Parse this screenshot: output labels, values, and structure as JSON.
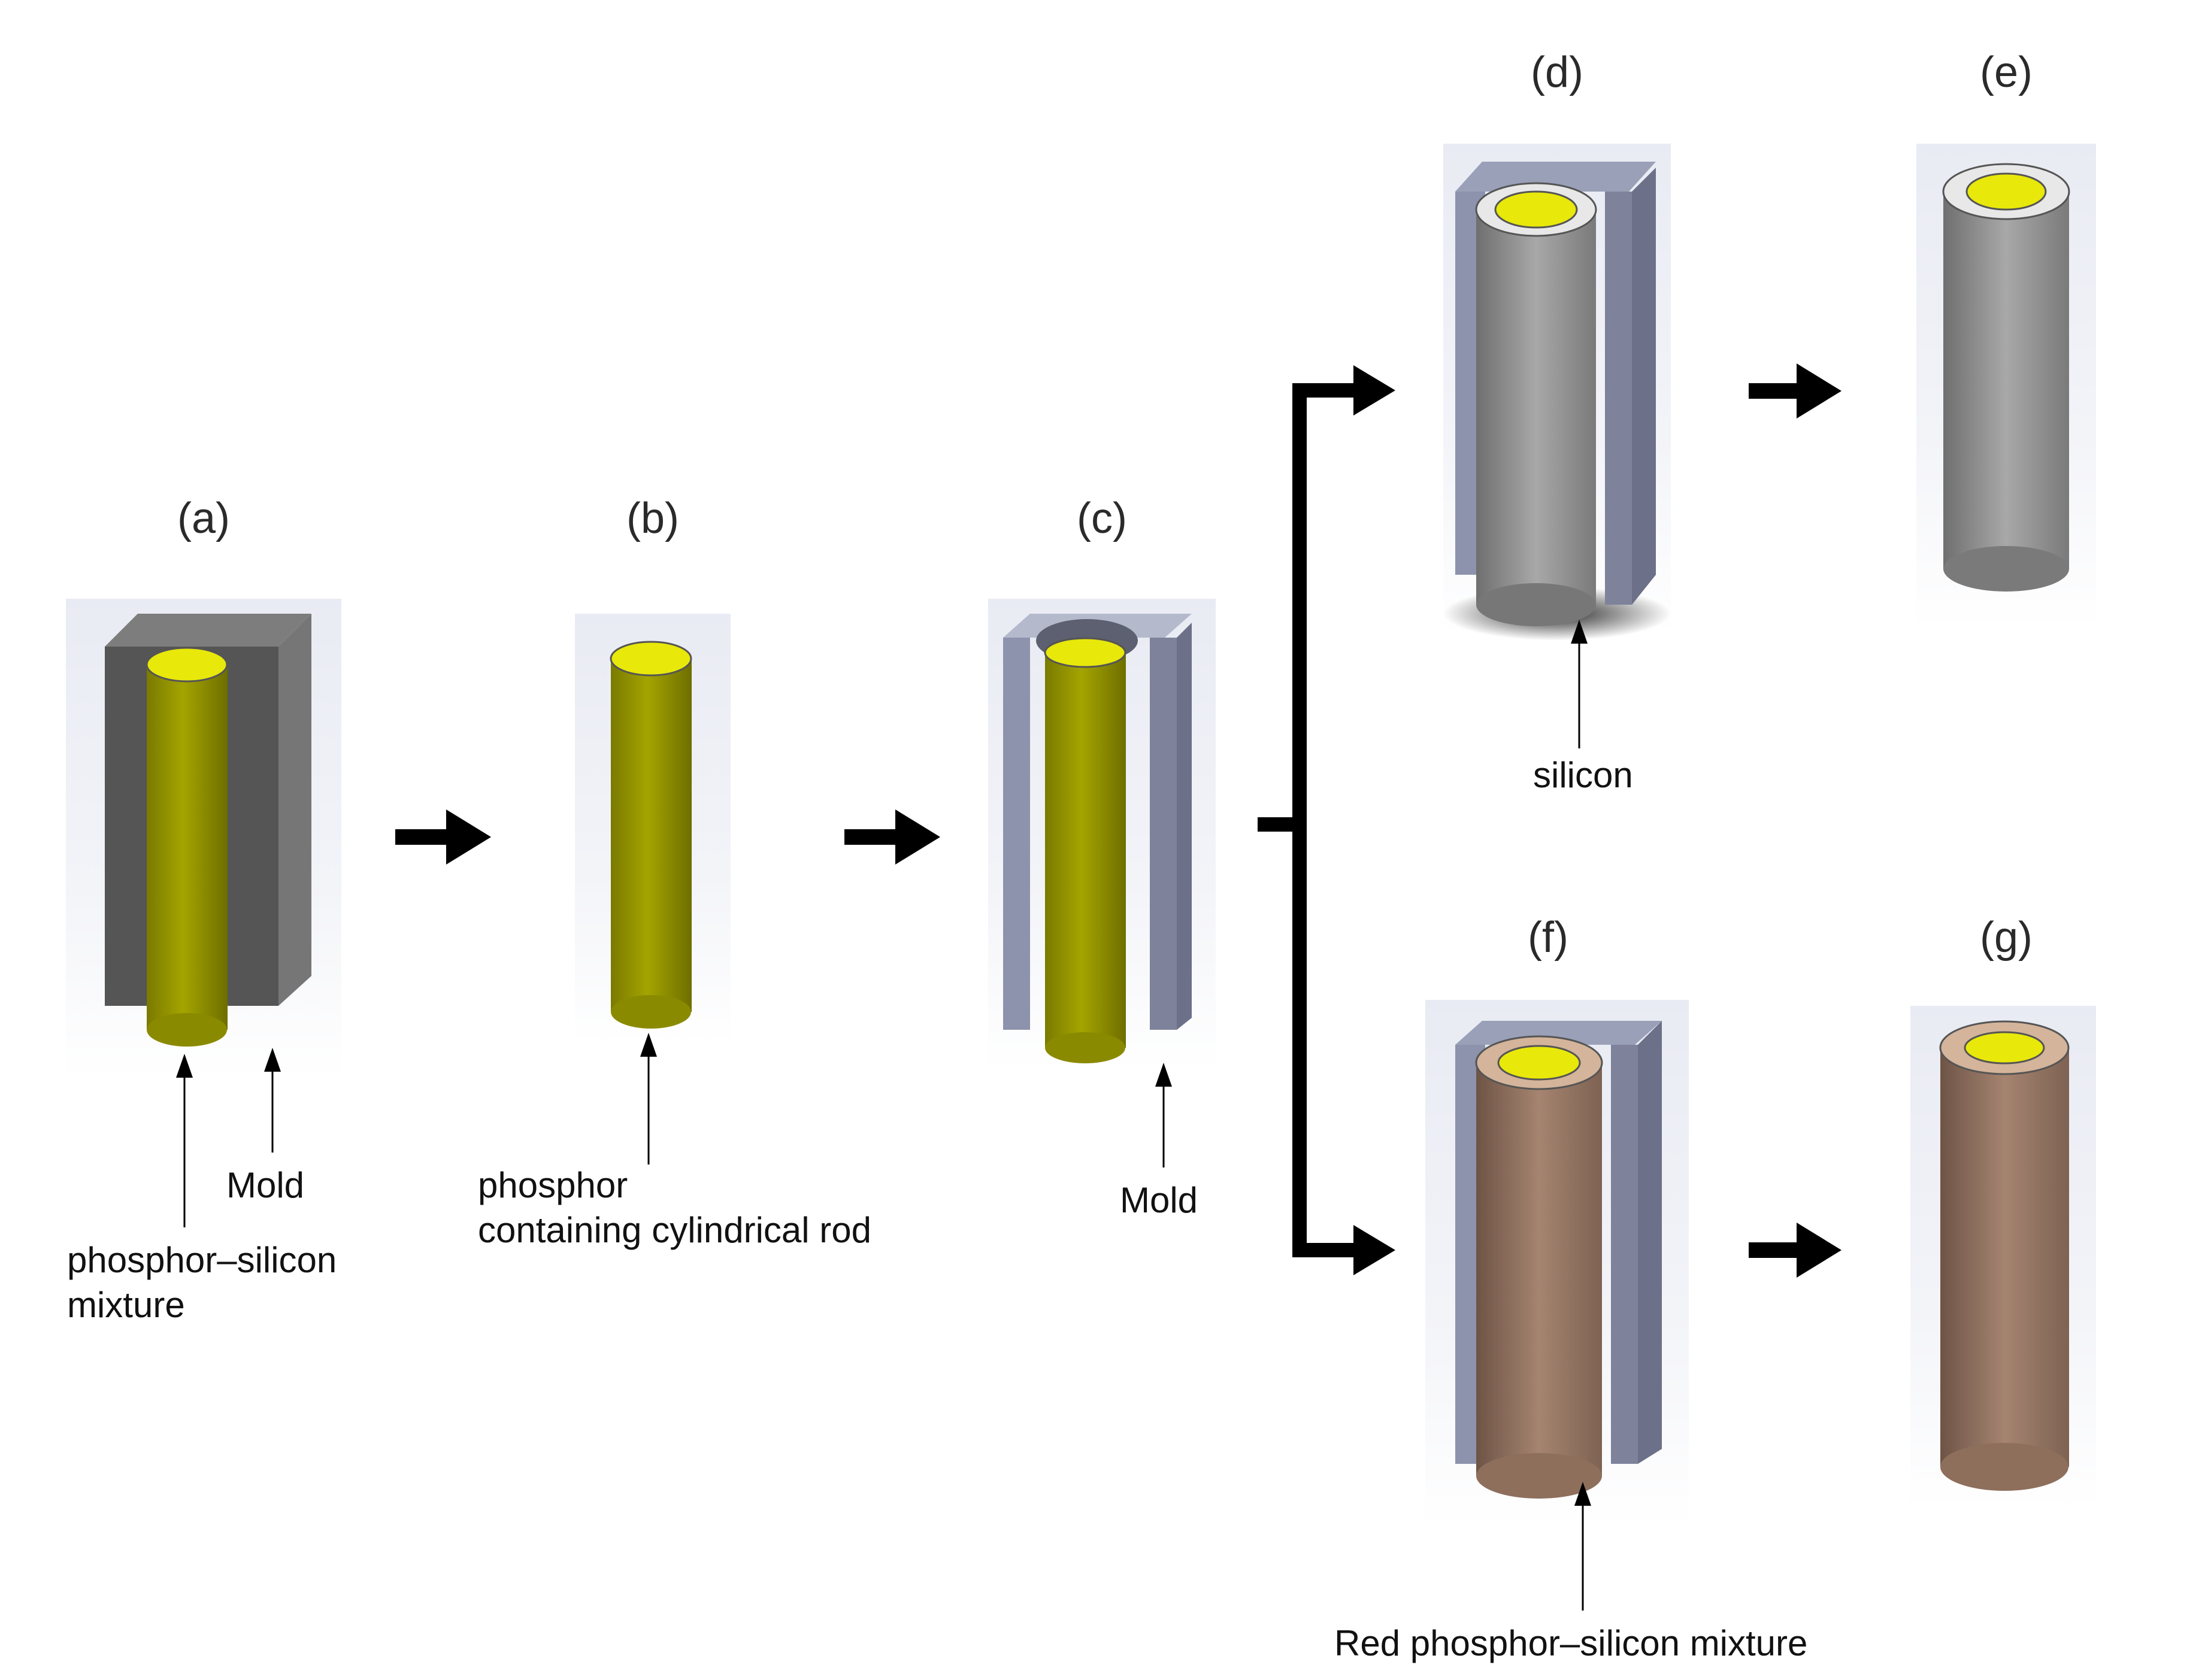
{
  "panels": [
    {
      "id": "a",
      "label": "(a)"
    },
    {
      "id": "b",
      "label": "(b)"
    },
    {
      "id": "c",
      "label": "(c)"
    },
    {
      "id": "d",
      "label": "(d)"
    },
    {
      "id": "e",
      "label": "(e)"
    },
    {
      "id": "f",
      "label": "(f)"
    },
    {
      "id": "g",
      "label": "(g)"
    }
  ],
  "annotations": {
    "a_rod": [
      "phosphor–silicon",
      "mixture"
    ],
    "a_mold": "Mold",
    "b_rod": [
      "phosphor",
      "containing cylindrical rod"
    ],
    "c_mold": "Mold",
    "d_silicon": "silicon",
    "f_mixture": "Red phosphor–silicon mixture"
  },
  "colors": {
    "phosphor_yellow": "#9a9a00",
    "phosphor_top": "#e8e80a",
    "mold_dark_gray": "#555555",
    "mold_blue_gray": "#8d93ac",
    "silicon_gray": "#9a9a9a",
    "red_phosphor_brown": "#9a7a66",
    "arrow": "#000000"
  }
}
